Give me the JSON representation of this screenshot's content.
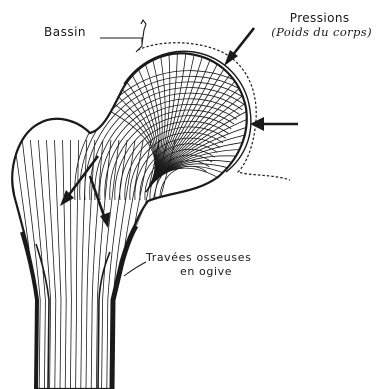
{
  "labels": {
    "bassin": "Bassin",
    "pressions": "Pressions",
    "poids_du_corps": "(Poids du corps)",
    "travees_line1": "Travées osseuses",
    "travees_line2": "en ogive"
  },
  "colors": {
    "ink": "#1a1a1a",
    "background": "#ffffff"
  }
}
